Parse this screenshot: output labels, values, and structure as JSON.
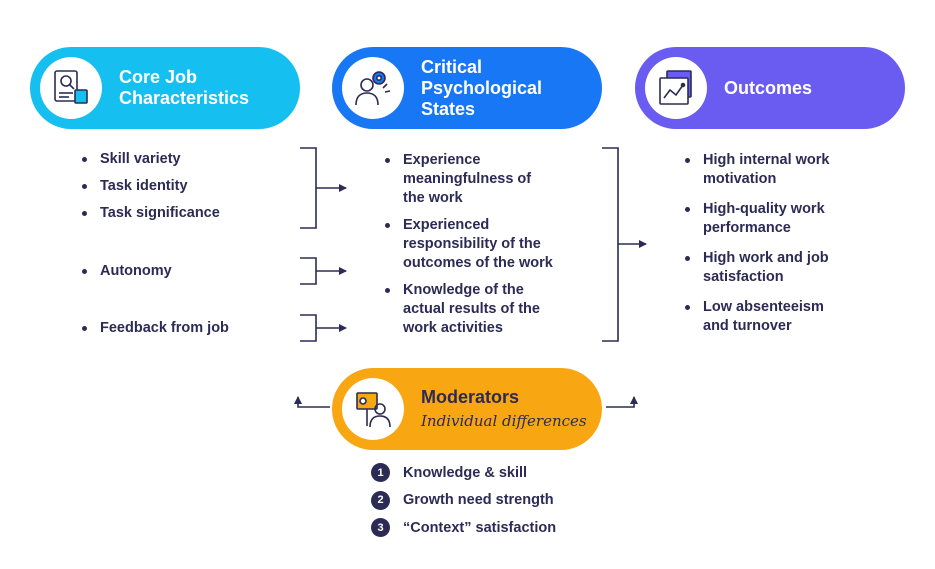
{
  "core": {
    "title_line1": "Core Job",
    "title_line2": "Characteristics",
    "icon": "job-description-icon",
    "items_group1": [
      "Skill variety",
      "Task identity",
      "Task significance"
    ],
    "items_group2": [
      "Autonomy"
    ],
    "items_group3": [
      "Feedback from job"
    ]
  },
  "critical": {
    "title_line1": "Critical",
    "title_line2": "Psychological",
    "title_line3": "States",
    "icon": "person-with-gear-icon",
    "items": [
      [
        "Experience",
        "meaningfulness of",
        "the work"
      ],
      [
        "Experienced",
        "responsibility of the",
        "outcomes of the work"
      ],
      [
        "Knowledge of the",
        "actual results of the",
        "work activities"
      ]
    ]
  },
  "outcomes": {
    "title": "Outcomes",
    "icon": "chart-report-icon",
    "items": [
      [
        "High internal work",
        "motivation"
      ],
      [
        "High-quality work",
        "performance"
      ],
      [
        "High work and job",
        "satisfaction"
      ],
      [
        "Low absenteeism",
        "and turnover"
      ]
    ]
  },
  "moderators": {
    "title": "Moderators",
    "subtitle": "Individual differences",
    "icon": "person-presentation-icon",
    "items": [
      {
        "num": "1",
        "text": "Knowledge & skill"
      },
      {
        "num": "2",
        "text": "Growth need strength"
      },
      {
        "num": "3",
        "text": "“Context” satisfaction"
      }
    ]
  },
  "colors": {
    "core": "#15bff0",
    "critical": "#1877f5",
    "outcomes": "#6a5cf0",
    "moderators": "#f8a712",
    "text": "#2b2b55"
  }
}
